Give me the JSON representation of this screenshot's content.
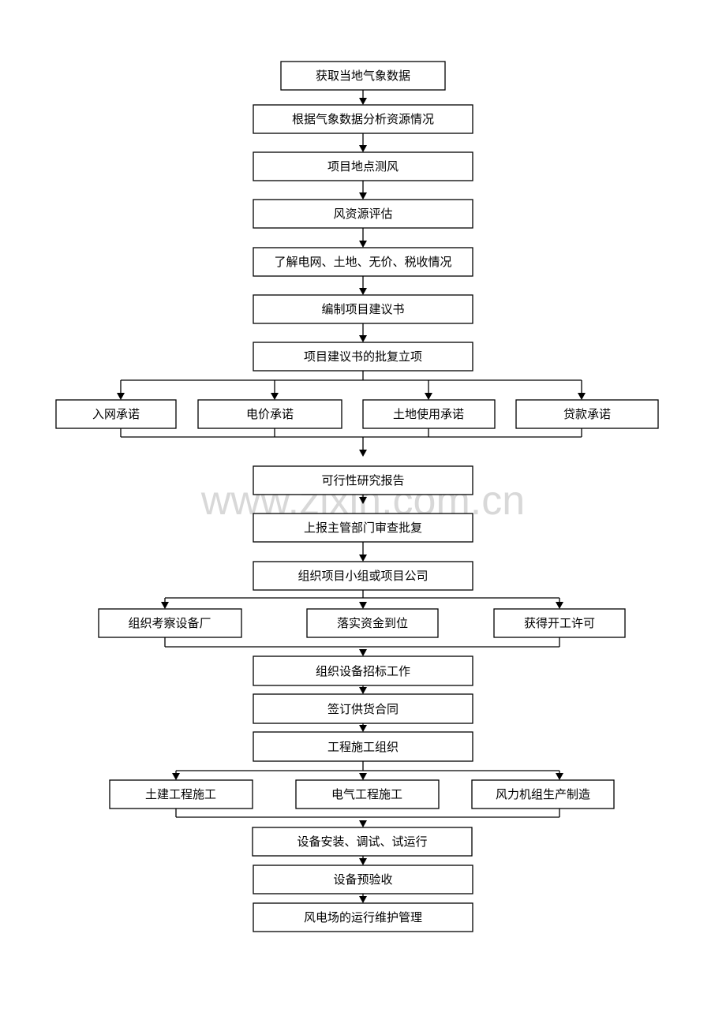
{
  "watermark": "www.zixin.com.cn",
  "nodes": {
    "n1": "获取当地气象数据",
    "n2": "根据气象数据分析资源情况",
    "n3": "项目地点测风",
    "n4": "风资源评估",
    "n5": "了解电网、土地、无价、税收情况",
    "n6": "编制项目建议书",
    "n7": "项目建议书的批复立项",
    "c1": "入网承诺",
    "c2": "电价承诺",
    "c3": "土地使用承诺",
    "c4": "贷款承诺",
    "n8": "可行性研究报告",
    "n9": "上报主管部门审查批复",
    "n10": "组织项目小组或项目公司",
    "d1": "组织考察设备厂",
    "d2": "落实资金到位",
    "d3": "获得开工许可",
    "n11": "组织设备招标工作",
    "n12": "签订供货合同",
    "n13": "工程施工组织",
    "e1": "土建工程施工",
    "e2": "电气工程施工",
    "e3": "风力机组生产制造",
    "n14": "设备安装、调试、试运行",
    "n15": "设备预验收",
    "n16": "风电场的运行维护管理"
  }
}
